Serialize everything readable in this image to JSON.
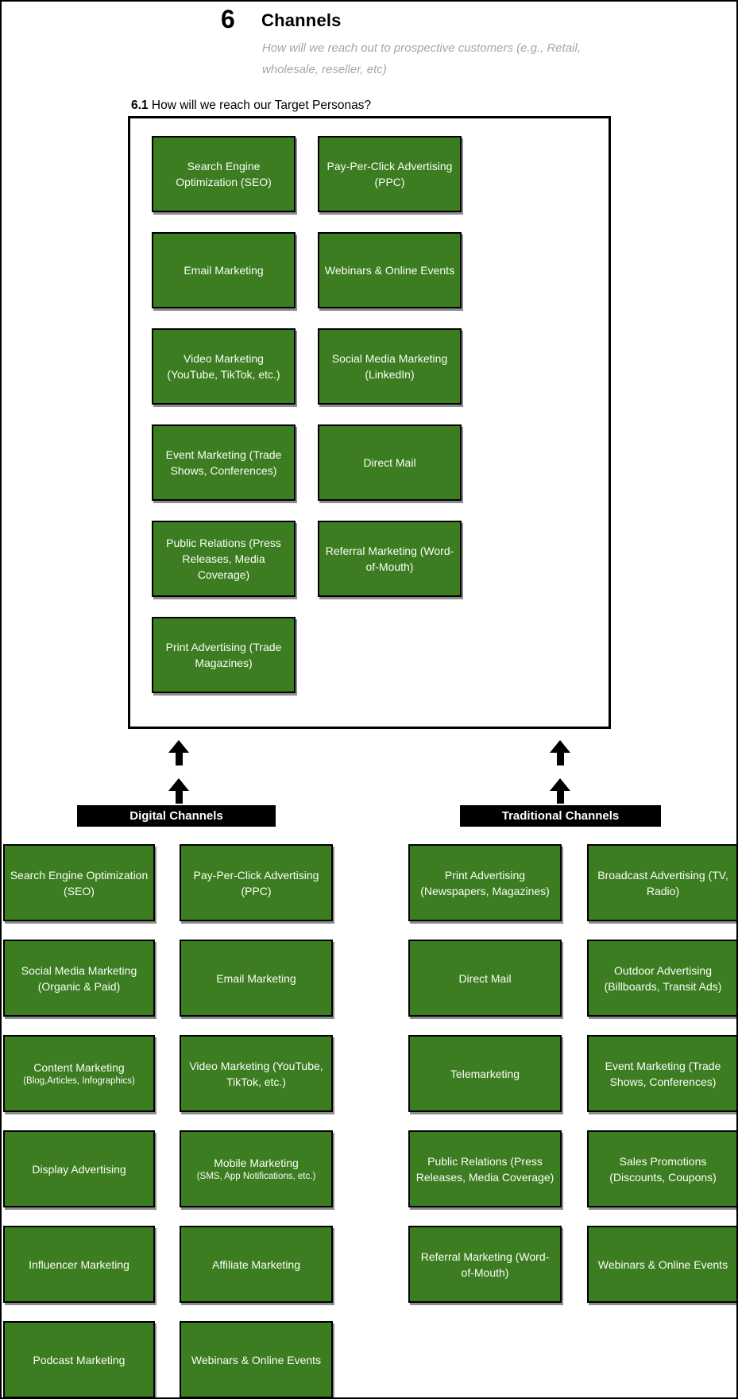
{
  "header": {
    "section_number": "6",
    "title": "Channels",
    "subtitle_line1": "How will we reach out to prospective customers (e.g., Retail,",
    "subtitle_line2": "wholesale, reseller, etc)",
    "question_number": "6.1",
    "question_text": "How will we reach our Target Personas?"
  },
  "colors": {
    "box_green": "#3B7D20",
    "bar_background": "#000000",
    "subtitle_gray": "#A6A6A6",
    "box_text": "#FDFDF8"
  },
  "top_box": {
    "items": [
      {
        "label": "Search Engine Optimization (SEO)"
      },
      {
        "label": "Pay-Per-Click Advertising (PPC)"
      },
      {
        "label": "Email Marketing"
      },
      {
        "label": "Webinars & Online Events"
      },
      {
        "label": "Video Marketing (YouTube, TikTok, etc.)"
      },
      {
        "label": "Social Media Marketing (LinkedIn)"
      },
      {
        "label": "Event Marketing (Trade Shows, Conferences)"
      },
      {
        "label": "Direct Mail"
      },
      {
        "label": "Public Relations (Press Releases, Media Coverage)"
      },
      {
        "label": "Referral Marketing (Word-of-Mouth)"
      },
      {
        "label": "Print Advertising (Trade Magazines)"
      }
    ]
  },
  "bars": {
    "digital": "Digital Channels",
    "traditional": "Traditional Channels"
  },
  "bottom_grid": {
    "digital_col1": [
      {
        "label": "Search Engine Optimization (SEO)"
      },
      {
        "label": "Social Media Marketing (Organic & Paid)"
      },
      {
        "label": "Content Marketing",
        "sub": "(Blog,Articles, Infographics)"
      },
      {
        "label": "Display Advertising"
      },
      {
        "label": "Influencer Marketing"
      },
      {
        "label": "Podcast Marketing"
      }
    ],
    "digital_col2": [
      {
        "label": "Pay-Per-Click Advertising (PPC)"
      },
      {
        "label": "Email Marketing"
      },
      {
        "label": "Video Marketing (YouTube, TikTok, etc.)"
      },
      {
        "label": "Mobile Marketing",
        "sub": "(SMS, App Notifications, etc.)"
      },
      {
        "label": "Affiliate Marketing"
      },
      {
        "label": "Webinars & Online Events"
      }
    ],
    "traditional_col1": [
      {
        "label": "Print Advertising (Newspapers, Magazines)"
      },
      {
        "label": "Direct Mail"
      },
      {
        "label": "Telemarketing"
      },
      {
        "label": "Public Relations (Press Releases, Media Coverage)"
      },
      {
        "label": "Referral Marketing (Word-of-Mouth)"
      }
    ],
    "traditional_col2": [
      {
        "label": "Broadcast Advertising (TV, Radio)"
      },
      {
        "label": "Outdoor Advertising (Billboards, Transit Ads)"
      },
      {
        "label": "Event Marketing (Trade Shows, Conferences)"
      },
      {
        "label": "Sales Promotions (Discounts, Coupons)"
      },
      {
        "label": "Webinars & Online Events"
      }
    ]
  }
}
